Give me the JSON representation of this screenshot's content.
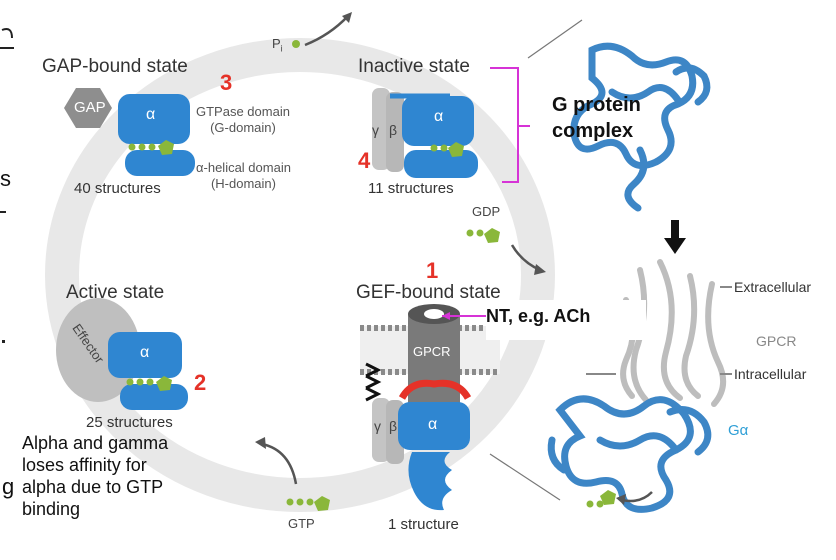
{
  "states": {
    "gap": {
      "title": "GAP-bound state",
      "count": "40 structures",
      "gap_label": "GAP",
      "alpha": "α",
      "number": "3"
    },
    "inactive": {
      "title": "Inactive state",
      "count": "11 structures",
      "gamma": "γ",
      "beta": "β",
      "alpha": "α",
      "number": "4"
    },
    "active": {
      "title": "Active state",
      "count": "25 structures",
      "effector": "Effector",
      "alpha": "α",
      "number": "2"
    },
    "gef": {
      "title": "GEF-bound state",
      "count": "1 structure",
      "gpcr": "GPCR",
      "gamma": "γ",
      "beta": "β",
      "alpha": "α",
      "number": "1"
    }
  },
  "domains": {
    "gtpase": "GTPase domain\n(G-domain)",
    "helical": "α-helical domain\n(H-domain)"
  },
  "molecules": {
    "pi": "P",
    "pi_sub": "i",
    "gdp": "GDP",
    "gtp": "GTP"
  },
  "annotations": {
    "g_protein_complex": "G protein\ncomplex",
    "nt": "NT, e.g. ACh",
    "alpha_gamma": "Alpha and gamma\nloses affinity for\nalpha due to GTP\nbinding"
  },
  "structure_panel": {
    "extracellular": "Extracellular",
    "gpcr": "GPCR",
    "intracellular": "Intracellular",
    "galpha": "Gα"
  },
  "left_edge": {
    "fragment_1": "s",
    "fragment_2": "g"
  },
  "colors": {
    "blue": "#2f86d1",
    "green": "#8ab73a",
    "red": "#e53228",
    "magenta": "#d633d6",
    "gray": "#c8c8c8"
  }
}
